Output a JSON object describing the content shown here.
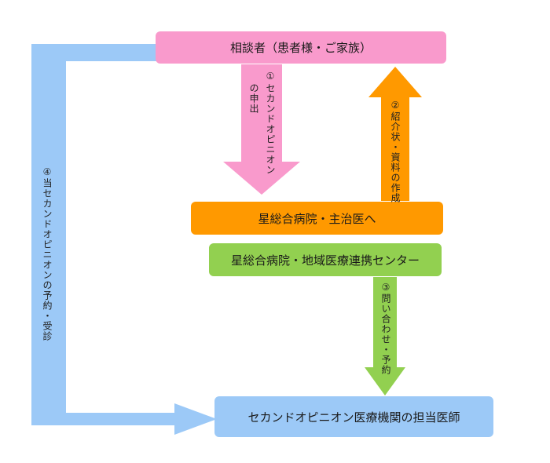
{
  "nodes": {
    "consultant": "相談者（患者様・ご家族）",
    "hoshi_doctor": "星総合病院・主治医へ",
    "hoshi_center": "星総合病院・地域医療連携センター",
    "second_doctor": "セカンドオピニオン医療機関の担当医師"
  },
  "edges": {
    "step1_num": "①",
    "step1_line1": "セカンドオピニオン",
    "step1_line2": "の申出",
    "step2": "②紹介状・資料の作成",
    "step3": "③問い合わせ・予約",
    "step4": "④当セカンドオピニオンの予約・受診"
  },
  "colors": {
    "pink": "#f99acc",
    "orange": "#ff9900",
    "green": "#92d050",
    "blue": "#9cc9f7"
  }
}
